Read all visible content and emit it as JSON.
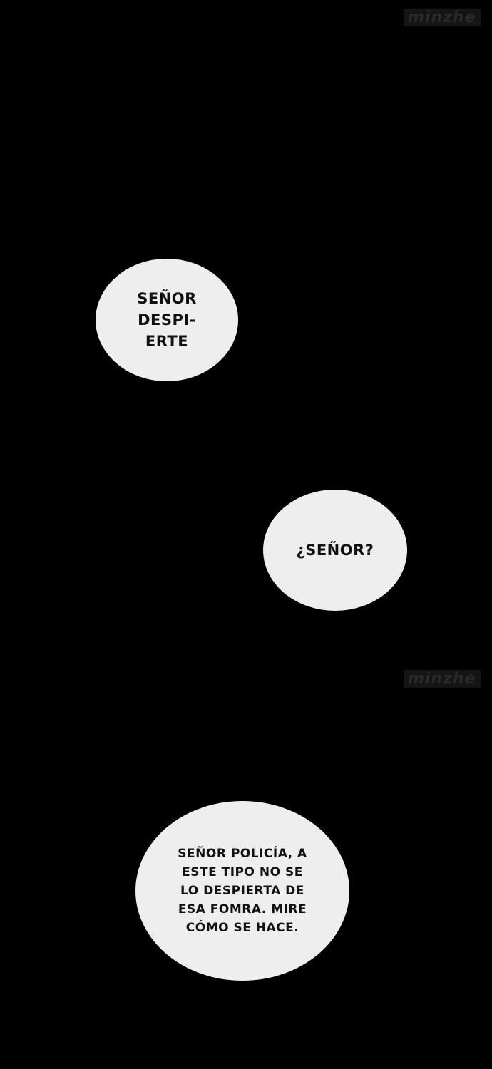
{
  "watermarks": [
    "minzhe",
    "minzhe"
  ],
  "bubbles": [
    {
      "text": "SEÑOR\nDESPI-\nERTE"
    },
    {
      "text": "¿SEÑOR?"
    },
    {
      "text": "SEÑOR POLICÍA, A\nESTE TIPO NO SE\nLO DESPIERTA DE\nESA FOMRA. MIRE\nCÓMO SE HACE."
    }
  ],
  "colors": {
    "background": "#000000",
    "bubble": "#eeeeee",
    "text": "#111111"
  }
}
